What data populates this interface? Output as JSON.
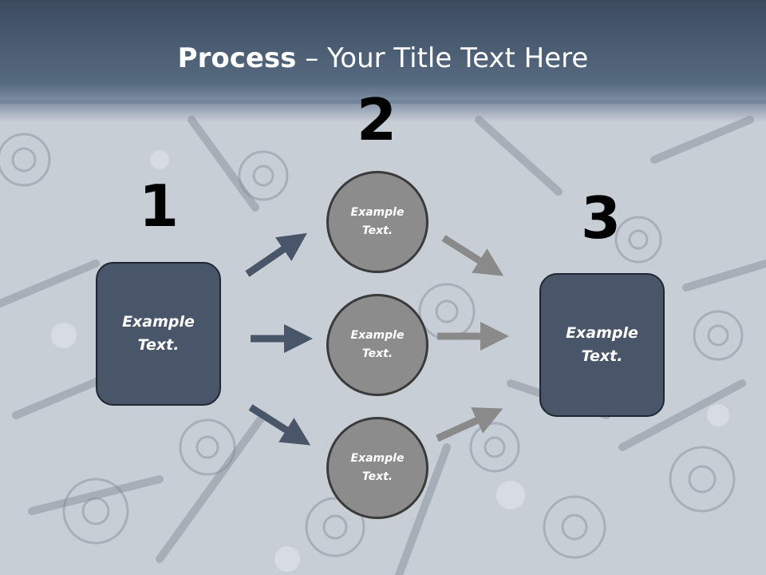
{
  "slide": {
    "title_bold": "Process",
    "title_sep": " – ",
    "title_rest": "Your Title Text Here"
  },
  "steps": {
    "num1": "1",
    "num2": "2",
    "num3": "3"
  },
  "left_box": {
    "label": "Example\nText."
  },
  "circles": [
    {
      "label": "Example\nText."
    },
    {
      "label": "Example\nText."
    },
    {
      "label": "Example\nText."
    }
  ],
  "right_box": {
    "label": "Example\nText."
  },
  "colors": {
    "header": "#3c4b5e",
    "box_fill": "#495669",
    "circle_fill": "#8c8c8c",
    "arrow_dark": "#495669",
    "arrow_gray": "#8a8a8a"
  }
}
